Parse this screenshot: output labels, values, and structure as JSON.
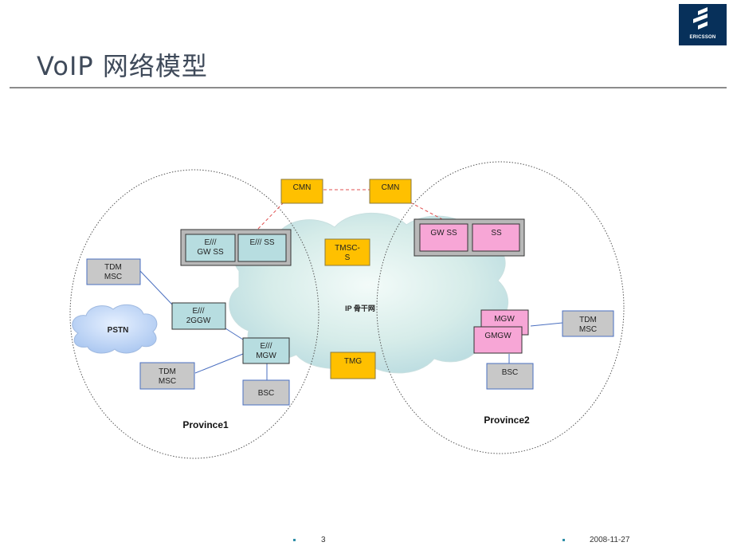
{
  "title": "VoIP 网络模型",
  "logo": {
    "text": "ERICSSON"
  },
  "diagram": {
    "cloud_label": "IP 骨干网",
    "province1": "Province1",
    "province2": "Province2",
    "pstn": "PSTN",
    "cmn_left": "CMN",
    "cmn_right": "CMN",
    "gwss_e": [
      "E///",
      "GW SS"
    ],
    "ss_e": "E/// SS",
    "gw_ss": "GW SS",
    "ss": "SS",
    "tmsc": [
      "TMSC-",
      "S"
    ],
    "tmg": "TMG",
    "tdm_msc_top": [
      "TDM",
      "MSC"
    ],
    "tdm_msc_bottom": [
      "TDM",
      "MSC"
    ],
    "tdm_msc_right": [
      "TDM",
      "MSC"
    ],
    "e2ggw": [
      "E///",
      "2GGW"
    ],
    "emgw": [
      "E///",
      "MGW"
    ],
    "bsc_left": "BSC",
    "mgw": "MGW",
    "gmgw": "GMGW",
    "bsc_right": "BSC"
  },
  "colors": {
    "cmn": "#ffc000",
    "teal_box": "#b7dde0",
    "pink_box": "#f7a6d6",
    "gray_box": "#c8c8c8",
    "link": "#4a6fc0",
    "red_dash": "#e05050"
  },
  "footer": {
    "page": "3",
    "date": "2008-11-27"
  }
}
